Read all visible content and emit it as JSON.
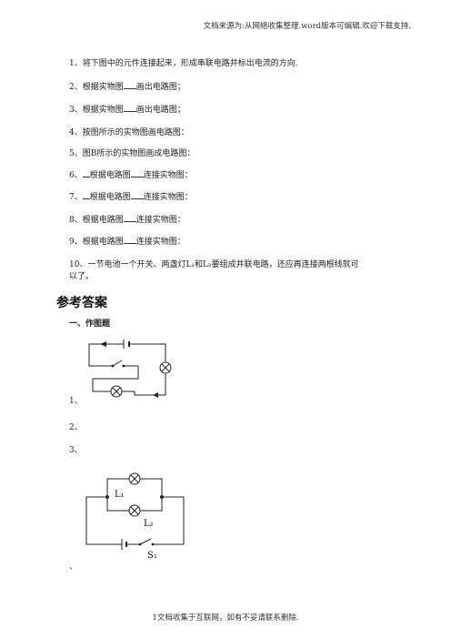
{
  "header": "文档来源为:从网络收集整理.word版本可编辑.欢迎下载支持.",
  "questions": [
    {
      "num": "1、",
      "text": "将下图中的元件连接起来，形成串联电路并标出电流的方向."
    },
    {
      "num": "2、",
      "before": "根据实物图",
      "after": "画出电路图；"
    },
    {
      "num": "3、",
      "before": "根据实物图",
      "after": "画出电路图；"
    },
    {
      "num": "4、",
      "text": "按图所示的实物图画电路图："
    },
    {
      "num": "5、",
      "text": "图B所示的实物图画成电路图："
    },
    {
      "num": "6、",
      "before": "根据电路图",
      "after": "连接实物图："
    },
    {
      "num": "7、",
      "before": "根据电路图",
      "after": "连接实物图："
    },
    {
      "num": "8、",
      "before": "根据电路图",
      "after": "连接实物图："
    },
    {
      "num": "9、",
      "before": "根据电路图",
      "after": "连接实物图："
    },
    {
      "num": "10、",
      "line1": "一节电池一个开关、两盏灯L₁和L₂要组成并联电路，还应再连接两根线就可",
      "line2": "以了。"
    }
  ],
  "answers": {
    "title": "参考答案",
    "section": "一、作图题",
    "items": [
      "1、",
      "2、",
      "3、",
      "、"
    ]
  },
  "figure2": {
    "lamp1_label": "L₁",
    "lamp2_label": "L₂",
    "switch_label": "S₁"
  },
  "footer": "1文档收集于互联网，如有不妥请联系删除."
}
